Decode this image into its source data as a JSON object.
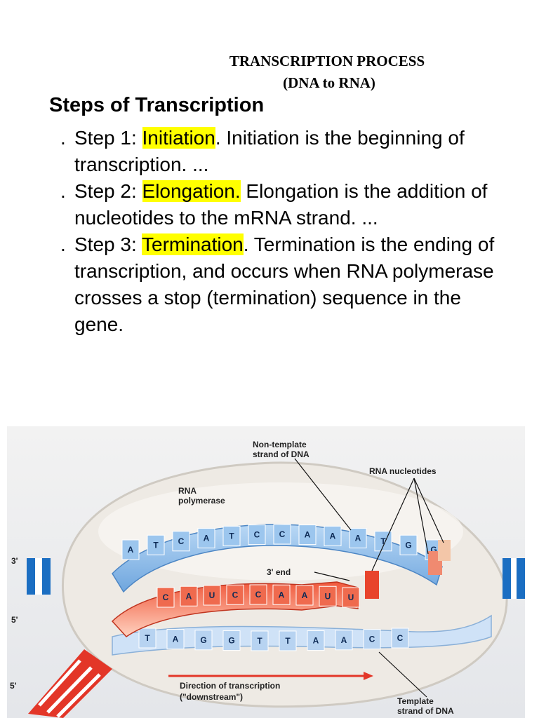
{
  "title": {
    "line1": "TRANSCRIPTION PROCESS",
    "line2": "(DNA to RNA)"
  },
  "heading": "Steps of Transcription",
  "steps": [
    {
      "bullet": ".",
      "prefix": "Step 1: ",
      "keyword": "Initiation",
      "text": ". Initiation is the beginning of transcription. ..."
    },
    {
      "bullet": ".",
      "prefix": "Step 2: ",
      "keyword": "Elongation.",
      "text": " Elongation is the addition of nucleotides to the mRNA strand. ..."
    },
    {
      "bullet": ".",
      "prefix": "Step 3: ",
      "keyword": "Termination",
      "text": ". Termination is the ending of transcription, and occurs when RNA polymerase crosses a stop (termination) sequence in the gene."
    }
  ],
  "diagram": {
    "labels": {
      "non_template_l1": "Non-template",
      "non_template_l2": "strand of DNA",
      "rna_nucleotides": "RNA nucleotides",
      "polymerase_l1": "RNA",
      "polymerase_l2": "polymerase",
      "three_prime_end": "3' end",
      "direction_l1": "Direction of transcription",
      "direction_l2": "(\"downstream\")",
      "template_l1": "Template",
      "template_l2": "strand of DNA",
      "end_3_left": "3'",
      "end_5_left": "5'",
      "end_5_bottom": "5'"
    },
    "top_bases": [
      "A",
      "T",
      "C",
      "A",
      "T",
      "C",
      "C",
      "A",
      "A",
      "A",
      "T",
      "G",
      "G"
    ],
    "rna_bases": [
      "C",
      "A",
      "U",
      "C",
      "C",
      "A",
      "A",
      "U",
      "U"
    ],
    "template_bases": [
      "T",
      "A",
      "G",
      "G",
      "T",
      "T",
      "A",
      "A",
      "C",
      "C"
    ],
    "colors": {
      "highlight": "#ffff00",
      "dna_blue": "#7fb3e6",
      "rna_red": "#e8442c",
      "polymerase": "#eeeae4"
    }
  }
}
